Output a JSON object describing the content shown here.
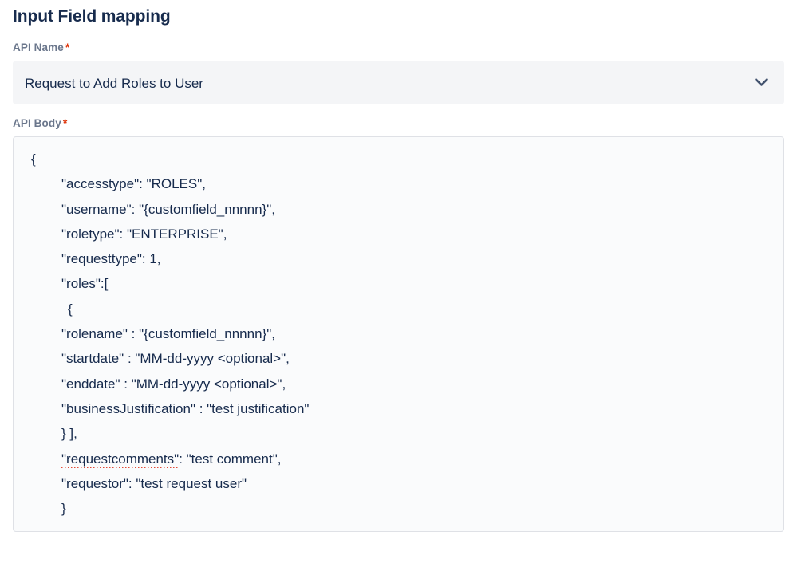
{
  "page": {
    "title": "Input Field mapping"
  },
  "fields": {
    "api_name": {
      "label": "API Name",
      "required_mark": "*",
      "selected_value": "Request to Add Roles to User",
      "chevron_icon": "chevron-down-icon"
    },
    "api_body": {
      "label": "API Body",
      "required_mark": "*",
      "lines": [
        {
          "text": "{",
          "indent": 0,
          "misspelled": null
        },
        {
          "text": "\"accesstype\": \"ROLES\",",
          "indent": 1,
          "misspelled": null
        },
        {
          "text": "\"username\": \"{customfield_nnnnn}\",",
          "indent": 1,
          "misspelled": null
        },
        {
          "text": "\"roletype\": \"ENTERPRISE\",",
          "indent": 1,
          "misspelled": null
        },
        {
          "text": "\"requesttype\": 1,",
          "indent": 1,
          "misspelled": null
        },
        {
          "text": "\"roles\":[",
          "indent": 1,
          "misspelled": null
        },
        {
          "text": "{",
          "indent": 2,
          "misspelled": null
        },
        {
          "text": "\"rolename\" : \"{customfield_nnnnn}\",",
          "indent": 1,
          "misspelled": null
        },
        {
          "text": "\"startdate\" : \"MM-dd-yyyy <optional>\",",
          "indent": 1,
          "misspelled": null
        },
        {
          "text": "\"enddate\" : \"MM-dd-yyyy <optional>\",",
          "indent": 1,
          "misspelled": null
        },
        {
          "text": "\"businessJustification\" : \"test justification\"",
          "indent": 1,
          "misspelled": null
        },
        {
          "text": "} ],",
          "indent": 1,
          "misspelled": null
        },
        {
          "text": "\"requestcomments\": \"test comment\",",
          "indent": 1,
          "misspelled": "\"requestcomments\""
        },
        {
          "text": "\"requestor\": \"test request user\"",
          "indent": 1,
          "misspelled": null
        },
        {
          "text": "}",
          "indent": 1,
          "misspelled": null
        }
      ]
    }
  },
  "colors": {
    "title_text": "#172b4d",
    "label_text": "#6b778c",
    "required_asterisk": "#de350b",
    "select_background": "#f4f5f7",
    "code_background": "#fafbfc",
    "code_border": "#dfe1e6",
    "code_text": "#172b4d",
    "spellcheck_underline": "#e34935"
  }
}
